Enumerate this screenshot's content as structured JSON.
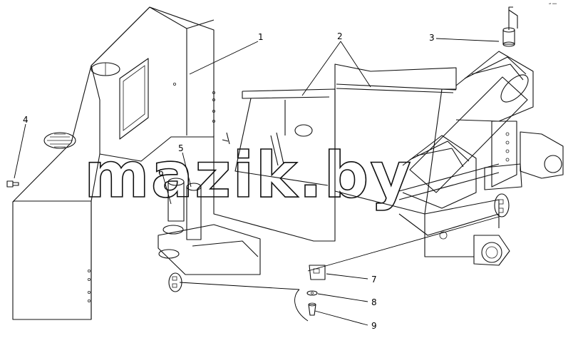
{
  "callouts": [
    "1",
    "2",
    "3",
    "4",
    "5",
    "6",
    "7",
    "8",
    "9"
  ],
  "watermark": "mazik.by",
  "corner_mark": "ᵃᵗ ᵃᵃᵃ"
}
